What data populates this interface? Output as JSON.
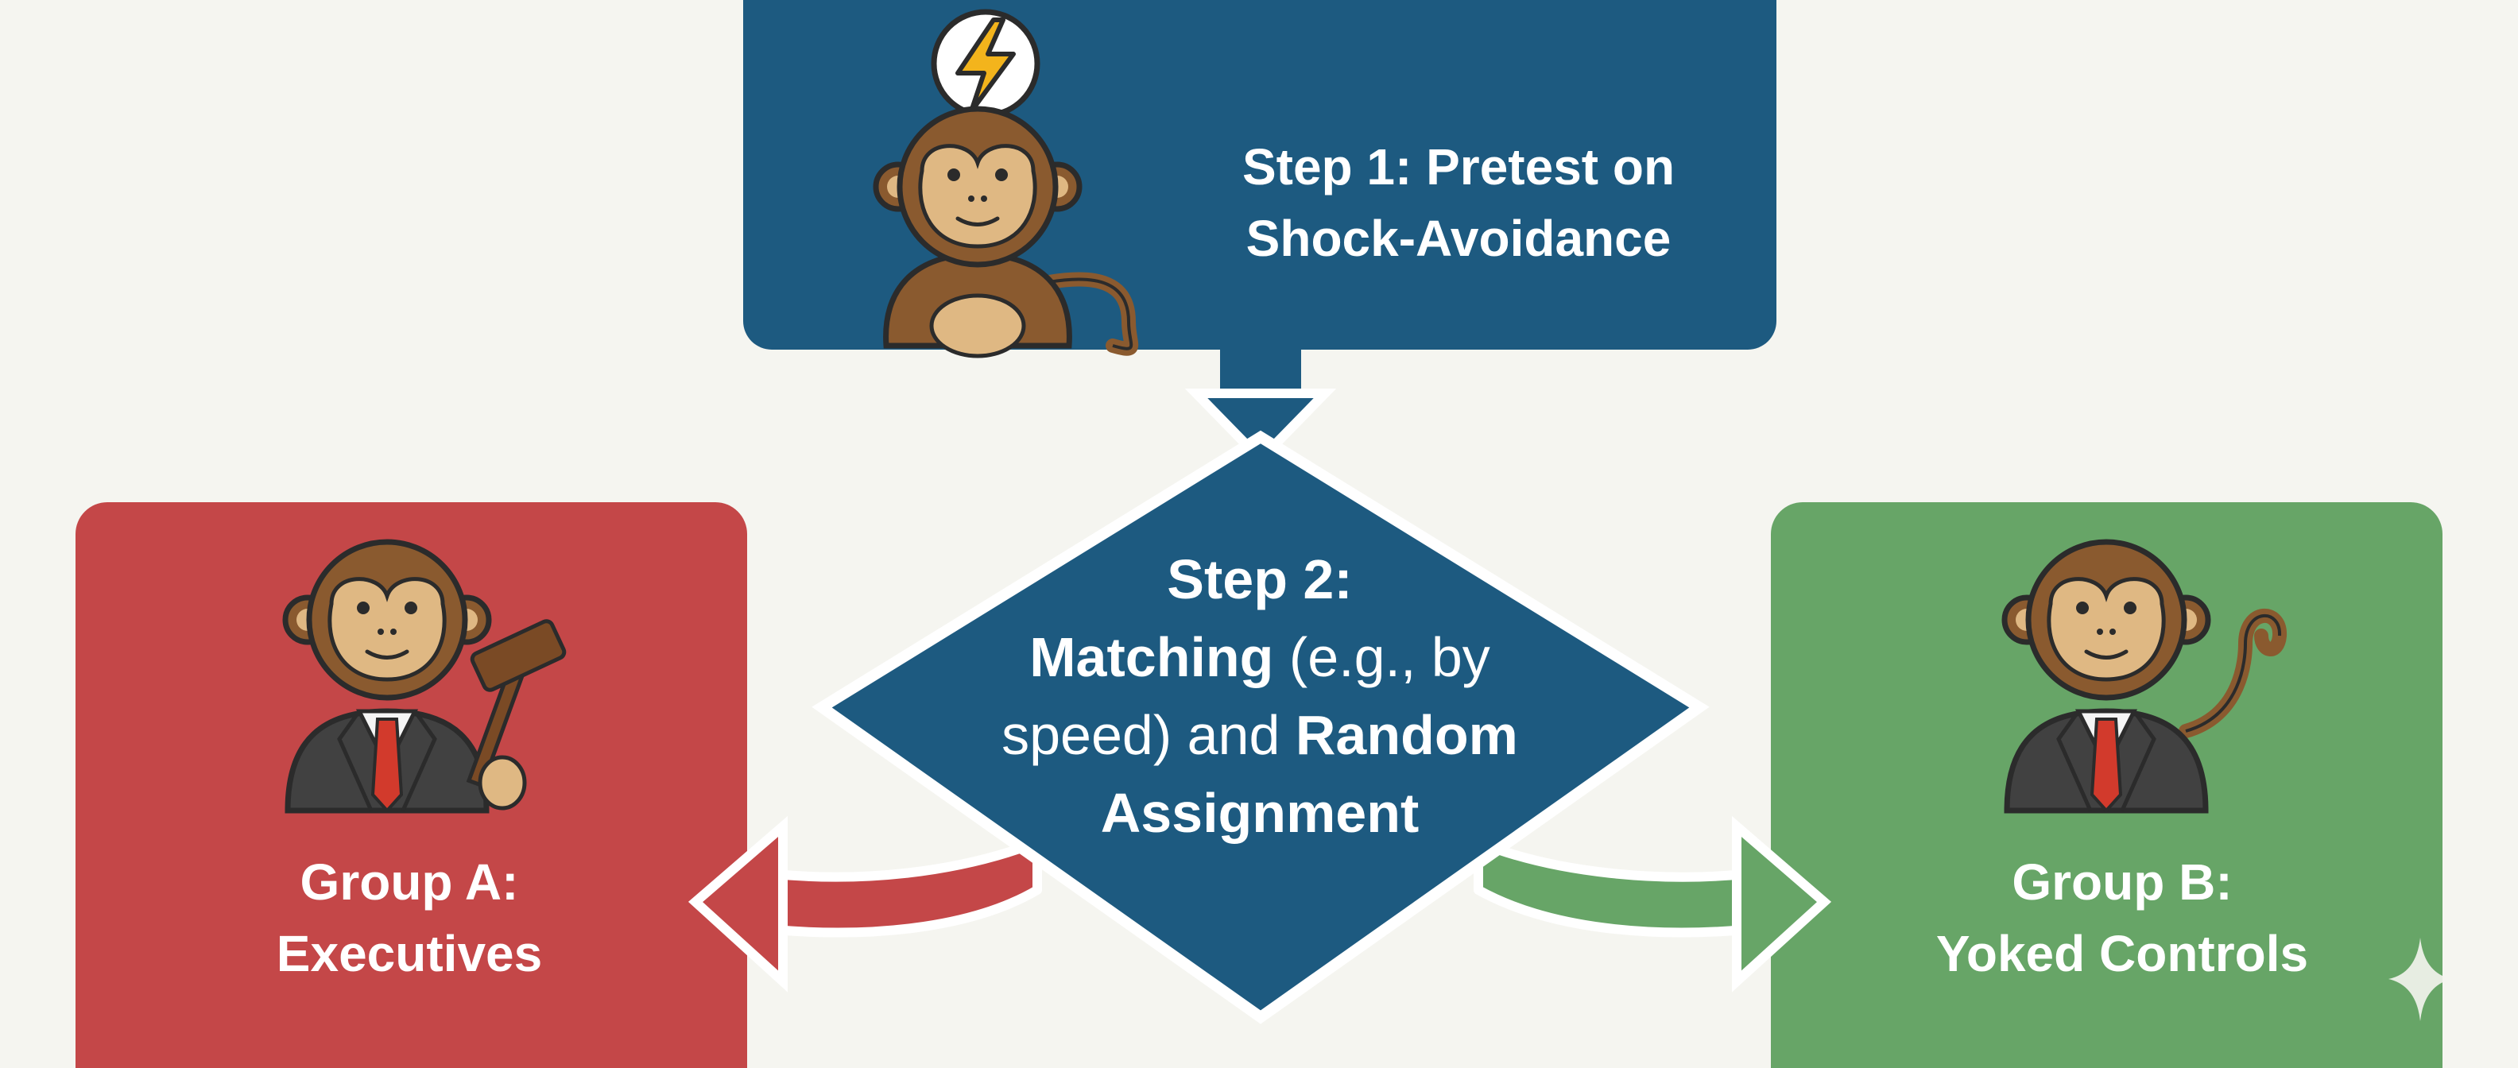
{
  "step1": {
    "line1": "Step 1: Pretest on",
    "line2": "Shock-Avoidance",
    "color": "#1d5a80"
  },
  "step2": {
    "line1": "Step 2:",
    "line2_bold": "Matching",
    "line2_regular": " (e.g., by",
    "line3_regular": "speed) and ",
    "line3_bold": "Random",
    "line4": "Assignment",
    "color": "#1d5a80"
  },
  "groupA": {
    "line1": "Group A:",
    "line2": "Executives",
    "color": "#c44748"
  },
  "groupB": {
    "line1": "Group B:",
    "line2": "Yoked Controls",
    "color": "#67a567"
  },
  "icons": {
    "shock": "lightning-bolt-icon",
    "gavel": "gavel-icon",
    "sparkle": "sparkle-icon"
  }
}
